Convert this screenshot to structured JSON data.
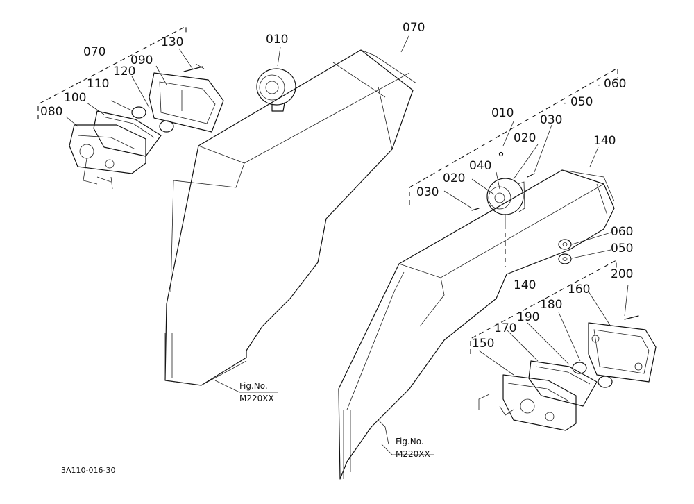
{
  "labels": {
    "l070a": "070",
    "l130": "130",
    "l090": "090",
    "l120": "120",
    "l110": "110",
    "l100": "100",
    "l080": "080",
    "l010a": "010",
    "l070b": "070",
    "l010b": "010",
    "l030a": "030",
    "l050a": "050",
    "l060a": "060",
    "l020a": "020",
    "l040": "040",
    "l020b": "020",
    "l030b": "030",
    "l140a": "140",
    "l060b": "060",
    "l050b": "050",
    "l140b": "140",
    "l200": "200",
    "l160": "160",
    "l180": "180",
    "l190": "190",
    "l170": "170",
    "l150": "150"
  },
  "fig_ref_left": {
    "title": "Fig.No.",
    "code": "M220XX"
  },
  "fig_ref_right": {
    "title": "Fig.No.",
    "code": "M220XX"
  },
  "drawing_code": "3A110-016-30",
  "colors": {
    "ink": "#111111",
    "paper": "#ffffff"
  }
}
